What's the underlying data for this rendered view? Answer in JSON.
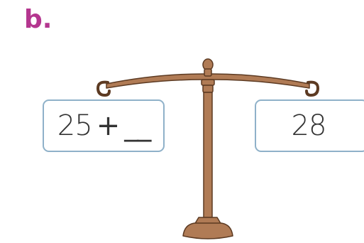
{
  "title": "b.",
  "left_pan": {
    "number": "25",
    "operator": "+",
    "blank": "__"
  },
  "right_pan": {
    "value": "28"
  },
  "colors": {
    "title": "#b4368f",
    "scale_wood": "#b07b55",
    "scale_outline": "#5c3a22",
    "pan_border": "#8fb1c9"
  },
  "icons": [
    "balance-scale-icon"
  ]
}
